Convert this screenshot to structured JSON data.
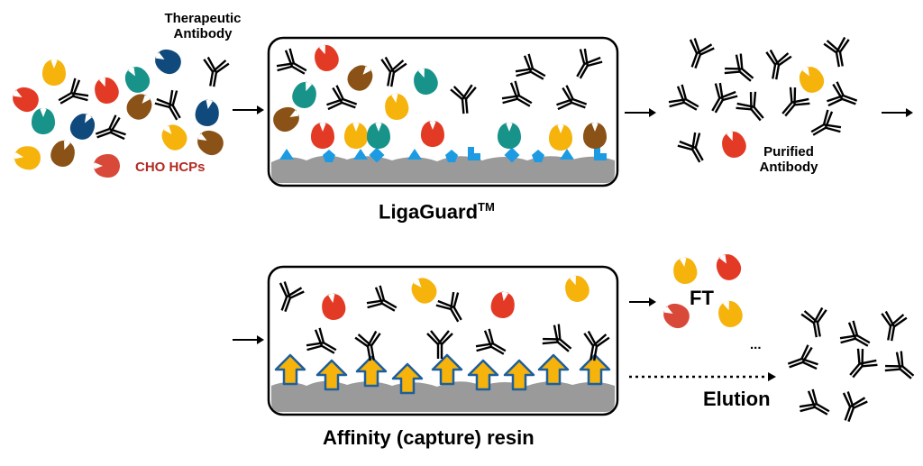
{
  "labels": {
    "therapeutic_antibody": "Therapeutic\nAntibody",
    "cho_hcps": "CHO HCPs",
    "purified_antibody": "Purified\nAntibody",
    "ligaguard": "LigaGuard",
    "ligaguard_tm": "TM",
    "affinity_resin": "Affinity (capture) resin",
    "ft": "FT",
    "elution": "Elution",
    "ellipsis": "..."
  },
  "colors": {
    "hcp_yellow": "#f5b30c",
    "hcp_red": "#e33a25",
    "hcp_salmon": "#d9493a",
    "hcp_teal": "#17938a",
    "hcp_navy": "#104a7c",
    "hcp_brown": "#8a5217",
    "ligand_blue": "#1c9be3",
    "arrow_ligand_fill": "#f5b30c",
    "arrow_ligand_outline": "#1d5e9c",
    "resin_gray": "#9a9a9a",
    "label_red": "#b22a22"
  }
}
